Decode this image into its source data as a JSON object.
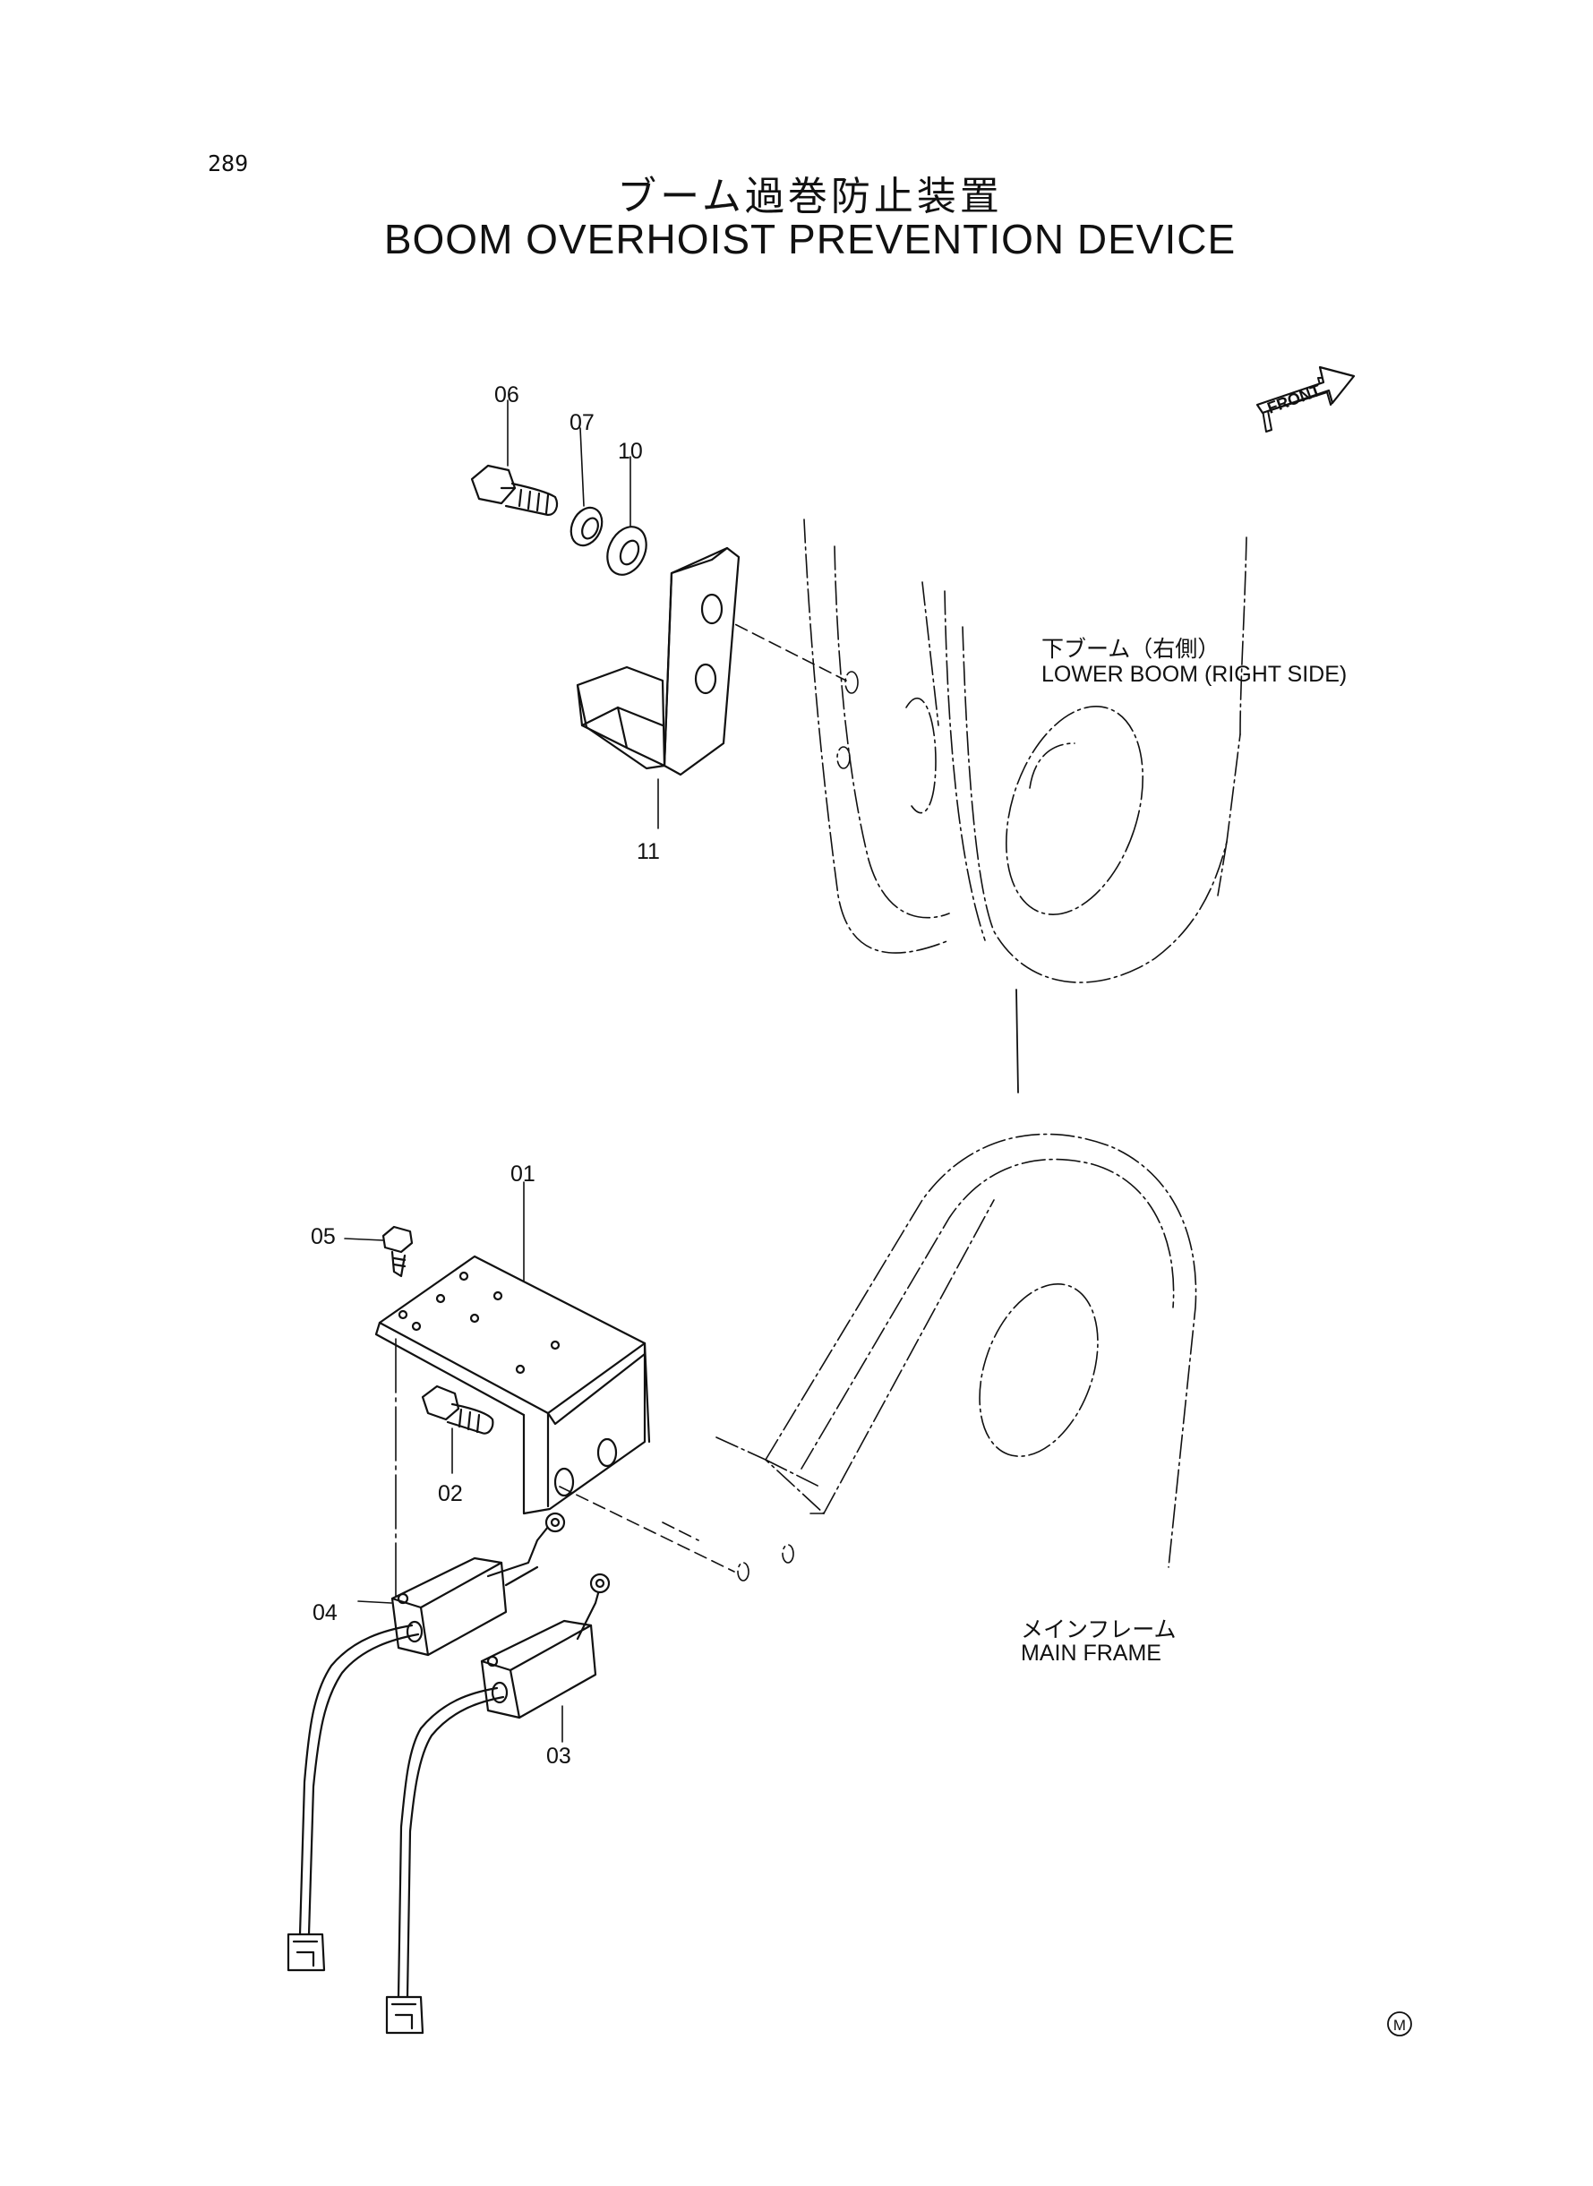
{
  "page": {
    "number": "289",
    "title_jp": "ブーム過巻防止装置",
    "title_en": "BOOM OVERHOIST PREVENTION DEVICE",
    "mark": "M"
  },
  "front_arrow": {
    "label": "FRONT"
  },
  "callouts": {
    "lower_boom": {
      "jp": "下ブーム（右側）",
      "en": "LOWER BOOM (RIGHT SIDE)"
    },
    "main_frame": {
      "jp": "メインフレーム",
      "en": "MAIN FRAME"
    }
  },
  "parts": {
    "p01": "01",
    "p02": "02",
    "p03": "03",
    "p04": "04",
    "p05": "05",
    "p06": "06",
    "p07": "07",
    "p10": "10",
    "p11": "11"
  }
}
